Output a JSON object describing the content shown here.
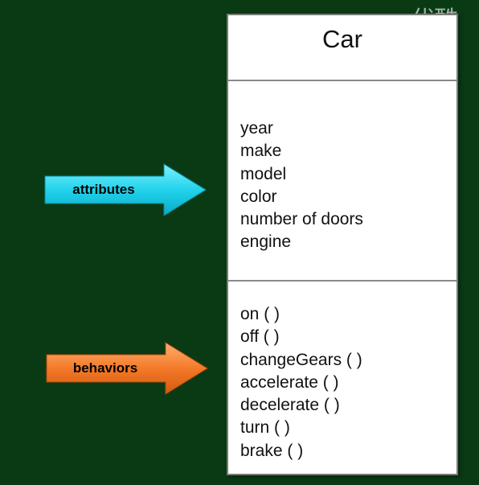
{
  "watermark": "优酷",
  "uml_class": {
    "name": "Car",
    "attributes": [
      "year",
      "make",
      "model",
      "color",
      "number of doors",
      "engine"
    ],
    "methods": [
      "on ( )",
      "off ( )",
      "changeGears ( )",
      "accelerate ( )",
      "decelerate ( )",
      "turn ( )",
      "brake ( )"
    ]
  },
  "arrows": {
    "attributes": {
      "label": "attributes",
      "color": "#22d3ec"
    },
    "behaviors": {
      "label": "behaviors",
      "color": "#f47a28"
    }
  },
  "colors": {
    "background": "#0a3a14",
    "box_fill": "#ffffff",
    "box_border": "#7a7a7a"
  }
}
